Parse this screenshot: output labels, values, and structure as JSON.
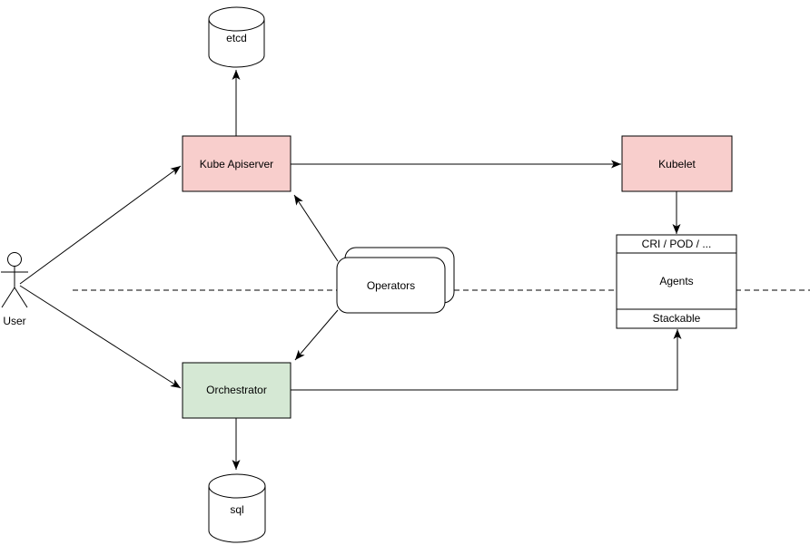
{
  "diagram": {
    "background_color": "#ffffff",
    "line_color": "#000000",
    "separator": {
      "style": "dashed",
      "orientation": "horizontal"
    },
    "nodes": {
      "user": {
        "label": "User",
        "shape": "actor"
      },
      "etcd": {
        "label": "etcd",
        "shape": "cylinder",
        "fill": "#ffffff",
        "stroke": "#000000"
      },
      "kube_apiserver": {
        "label": "Kube Apiserver",
        "shape": "rectangle",
        "fill": "#f8cecc",
        "stroke": "#b85450"
      },
      "kubelet": {
        "label": "Kubelet",
        "shape": "rectangle",
        "fill": "#f8cecc",
        "stroke": "#b85450"
      },
      "operators": {
        "label": "Operators",
        "shape": "stacked-rounded-rectangle",
        "fill": "#ffffff",
        "stroke": "#000000"
      },
      "orchestrator": {
        "label": "Orchestrator",
        "shape": "rectangle",
        "fill": "#d5e8d4",
        "stroke": "#82b366"
      },
      "sql": {
        "label": "sql",
        "shape": "cylinder",
        "fill": "#ffffff",
        "stroke": "#000000"
      },
      "agents_stack": {
        "shape": "stack",
        "fill": "#ffffff",
        "stroke": "#000000",
        "header": "CRI / POD / ...",
        "body": "Agents",
        "footer": "Stackable"
      }
    },
    "edges": [
      {
        "from": "user",
        "to": "kube_apiserver",
        "style": "solid",
        "arrow": "target"
      },
      {
        "from": "user",
        "to": "orchestrator",
        "style": "solid",
        "arrow": "target"
      },
      {
        "from": "kube_apiserver",
        "to": "etcd",
        "style": "solid",
        "arrow": "target"
      },
      {
        "from": "kube_apiserver",
        "to": "kubelet",
        "style": "solid",
        "arrow": "target"
      },
      {
        "from": "kubelet",
        "to": "agents_stack",
        "style": "solid",
        "arrow": "target"
      },
      {
        "from": "operators",
        "to": "kube_apiserver",
        "style": "solid",
        "arrow": "target"
      },
      {
        "from": "operators",
        "to": "orchestrator",
        "style": "solid",
        "arrow": "target"
      },
      {
        "from": "orchestrator",
        "to": "agents_stack",
        "style": "solid",
        "arrow": "target",
        "routing": "orthogonal"
      },
      {
        "from": "orchestrator",
        "to": "sql",
        "style": "solid",
        "arrow": "target"
      }
    ]
  }
}
